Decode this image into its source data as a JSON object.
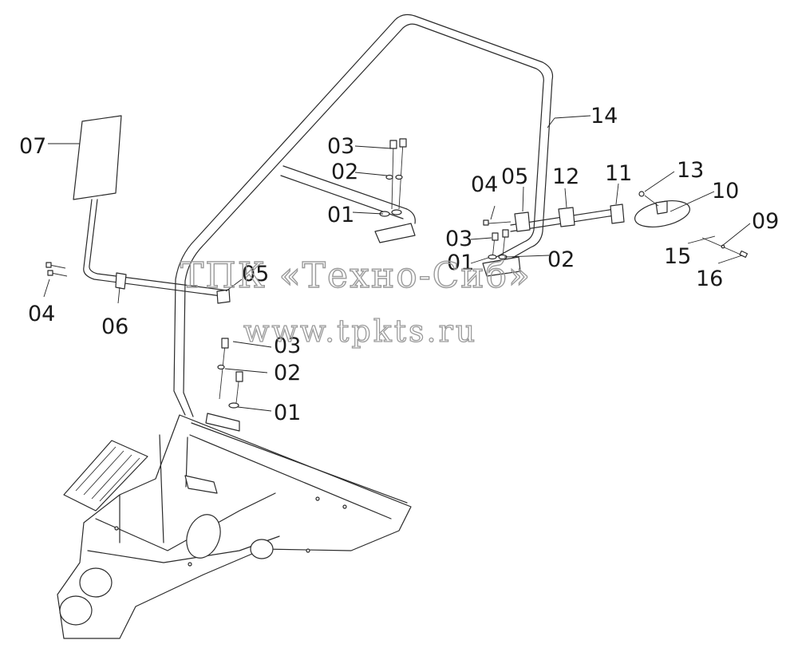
{
  "watermark": {
    "line1": "ТПК «Техно-Сиб»",
    "line2": "www.tpkts.ru"
  },
  "callouts": [
    {
      "id": "c-07",
      "text": "07"
    },
    {
      "id": "c-04-left",
      "text": "04"
    },
    {
      "id": "c-06",
      "text": "06"
    },
    {
      "id": "c-05-center",
      "text": "05"
    },
    {
      "id": "c-03-top",
      "text": "03"
    },
    {
      "id": "c-02-top",
      "text": "02"
    },
    {
      "id": "c-01-top",
      "text": "01"
    },
    {
      "id": "c-03-low",
      "text": "03"
    },
    {
      "id": "c-02-low",
      "text": "02"
    },
    {
      "id": "c-01-low",
      "text": "01"
    },
    {
      "id": "c-14",
      "text": "14"
    },
    {
      "id": "c-04-right",
      "text": "04"
    },
    {
      "id": "c-05-right",
      "text": "05"
    },
    {
      "id": "c-12",
      "text": "12"
    },
    {
      "id": "c-11",
      "text": "11"
    },
    {
      "id": "c-13",
      "text": "13"
    },
    {
      "id": "c-10",
      "text": "10"
    },
    {
      "id": "c-09",
      "text": "09"
    },
    {
      "id": "c-15",
      "text": "15"
    },
    {
      "id": "c-16",
      "text": "16"
    },
    {
      "id": "c-03-right",
      "text": "03"
    },
    {
      "id": "c-01-right",
      "text": "01"
    },
    {
      "id": "c-02-right",
      "text": "02"
    }
  ]
}
